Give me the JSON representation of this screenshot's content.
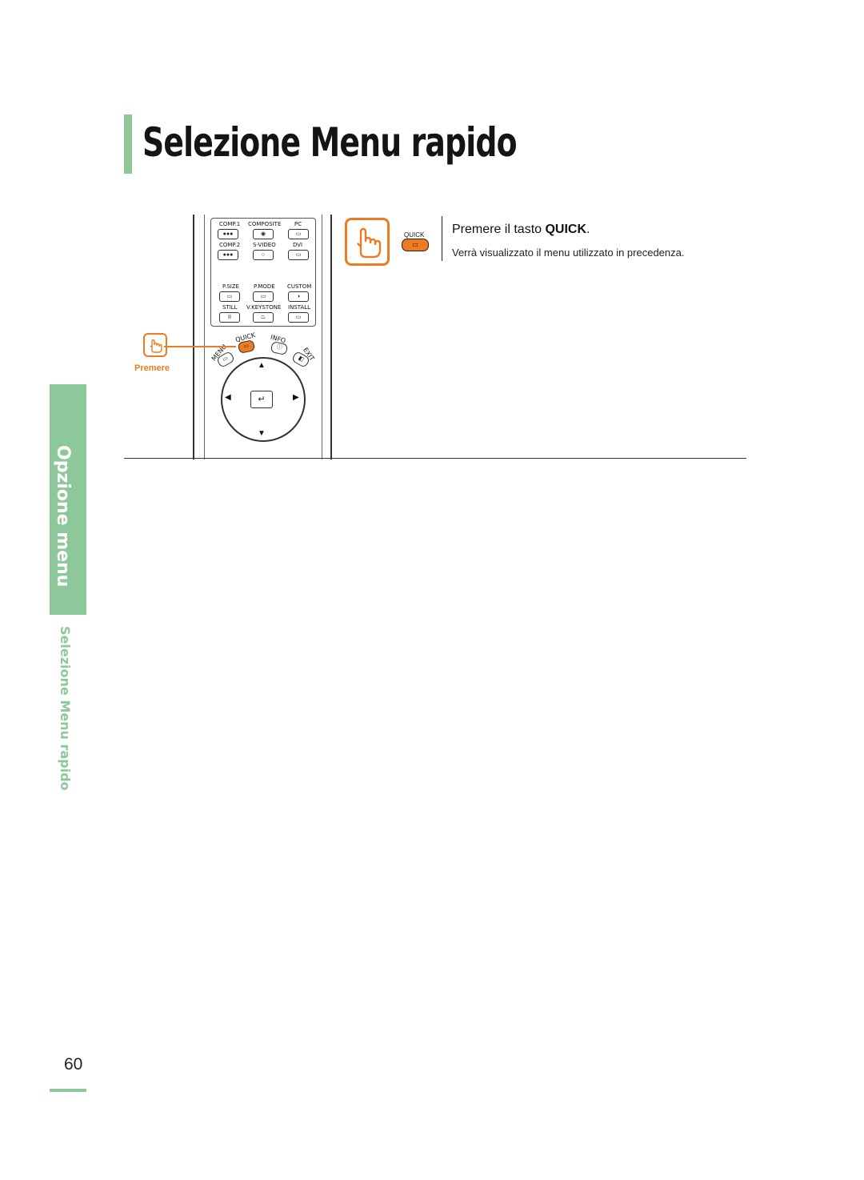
{
  "header": {
    "title": "Selezione Menu rapido"
  },
  "sidebar": {
    "section": "Opzione menu",
    "page_topic": "Selezione Menu rapido"
  },
  "remote": {
    "row1_labels": [
      "COMP.1",
      "COMPOSITE",
      "PC"
    ],
    "row2_labels": [
      "COMP.2",
      "S-VIDEO",
      "DVI"
    ],
    "row3_labels": [
      "P.SIZE",
      "P.MODE",
      "CUSTOM"
    ],
    "row4_labels": [
      "STILL",
      "V.KEYSTONE",
      "INSTALL"
    ],
    "menu_label": "MENU",
    "quick_label": "QUICK",
    "info_label": "INFO",
    "exit_label": "EXIT",
    "ok_symbol": "↵"
  },
  "callout": {
    "label": "Premere",
    "color": "#ee7a22"
  },
  "instruction": {
    "key_label": "QUICK",
    "main_prefix": "Premere il tasto ",
    "main_key": "QUICK",
    "main_suffix": ".",
    "detail": "Verrà visualizzato il menu utilizzato in precedenza."
  },
  "footer": {
    "page_number": "60"
  },
  "colors": {
    "accent_green": "#8dc89a",
    "accent_orange": "#ee7a22"
  }
}
